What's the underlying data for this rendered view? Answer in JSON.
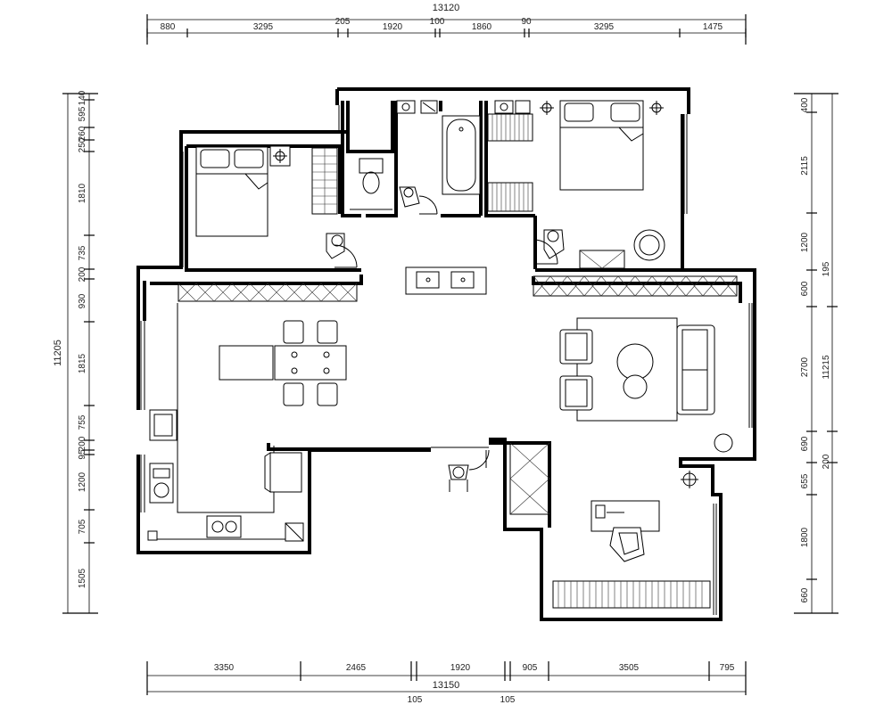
{
  "dimensions": {
    "top_total": "13120",
    "top_segments": [
      "880",
      "3295",
      "205",
      "1920",
      "100",
      "1860",
      "90",
      "3295",
      "1475"
    ],
    "bottom_total": "13150",
    "bottom_segments": [
      "3350",
      "2465",
      "1920",
      "905",
      "3505",
      "795"
    ],
    "bottom_sub": [
      "105",
      "105"
    ],
    "left_total": "11205",
    "left_segments": [
      "140",
      "595",
      "260",
      "250",
      "1810",
      "735",
      "200",
      "930",
      "1815",
      "755",
      "200",
      "95",
      "1200",
      "705",
      "1505"
    ],
    "right_total_a": "11215",
    "right_total_b": "195",
    "right_total_c": "200",
    "right_segments": [
      "400",
      "2115",
      "1200",
      "600",
      "2700",
      "690",
      "655",
      "1800",
      "660"
    ]
  }
}
